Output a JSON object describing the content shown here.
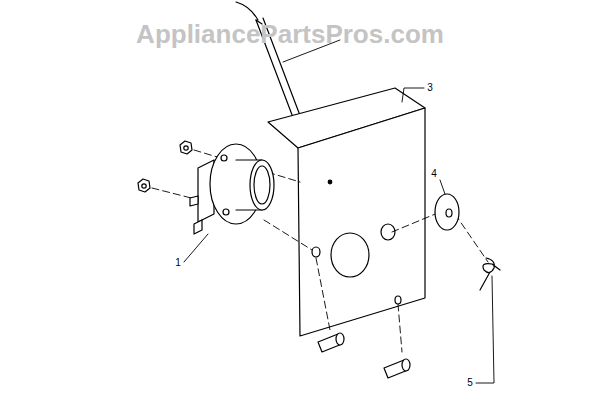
{
  "diagram": {
    "labels": [
      "AppliancePartsPros.com",
      "1",
      "3",
      "4",
      "5"
    ]
  }
}
